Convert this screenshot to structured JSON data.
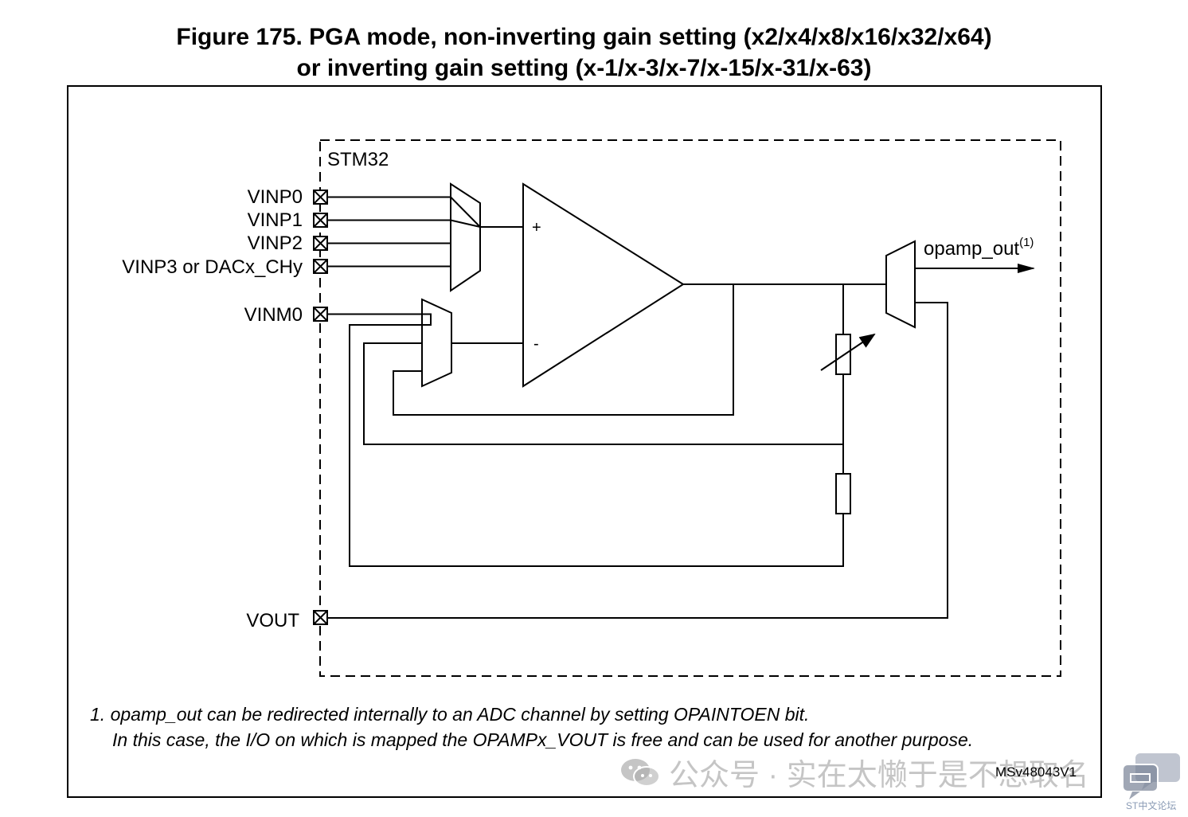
{
  "figure": {
    "title_line1": "Figure 175. PGA mode, non-inverting gain setting (x2/x4/x8/x16/x32/x64)",
    "title_line2": "or inverting gain setting (x-1/x-3/x-7/x-15/x-31/x-63)"
  },
  "diagram": {
    "block_label": "STM32",
    "pins": {
      "vinp0": "VINP0",
      "vinp1": "VINP1",
      "vinp2": "VINP2",
      "vinp3": "VINP3 or DACx_CHy",
      "vinm0": "VINM0",
      "vout": "VOUT"
    },
    "opamp": {
      "plus": "+",
      "minus": "-"
    },
    "output": {
      "label": "opamp_out",
      "footnote_mark": "(1)"
    }
  },
  "notes": {
    "line1": "1. opamp_out can be redirected internally to an ADC channel by setting OPAINTOEN bit.",
    "line2": "In this case, the I/O on which is mapped the OPAMPx_VOUT is free and can be used for another purpose."
  },
  "reference_code": "MSv48043V1",
  "watermark": {
    "text": "公众号 · 实在太懒于是不想取名",
    "icon": "wechat-icon"
  },
  "forum": {
    "text": "ST中文论坛",
    "icon": "forum-badge-icon"
  }
}
